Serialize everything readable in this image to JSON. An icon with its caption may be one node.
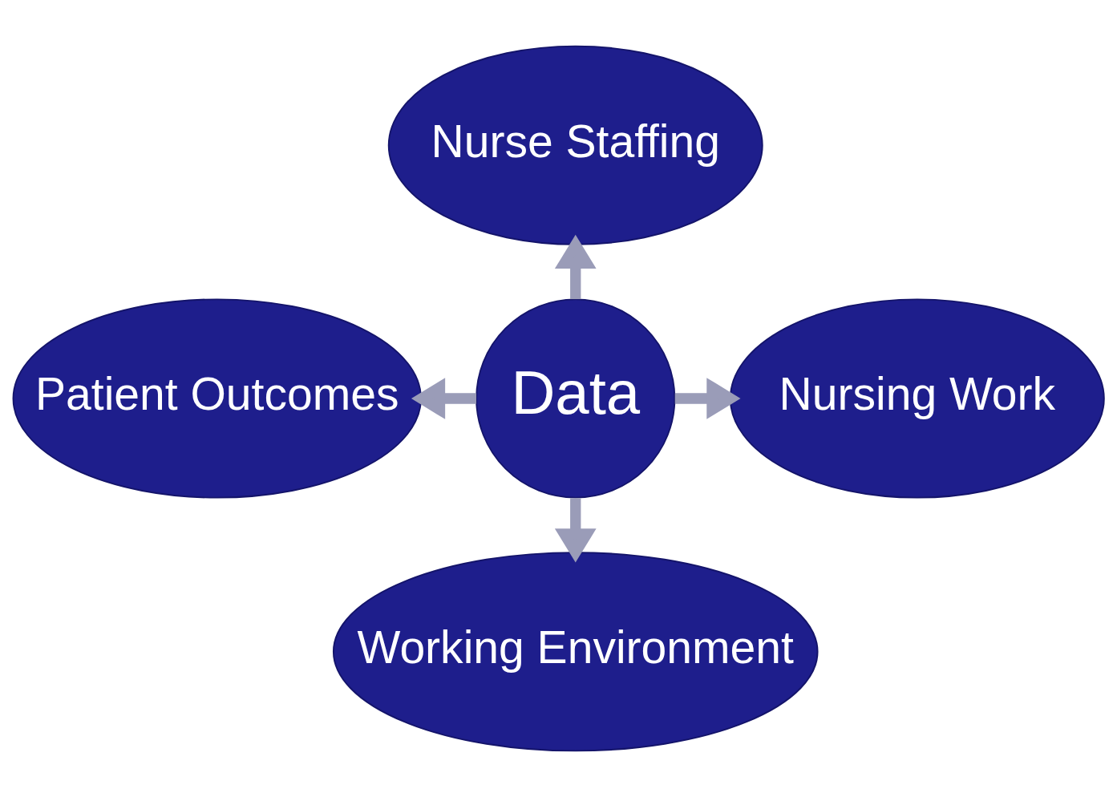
{
  "diagram": {
    "nodes": [
      {
        "text": [
          "Data"
        ]
      },
      {
        "text": [
          "Nurse Staffing"
        ]
      },
      {
        "text": [
          "Nursing Work"
        ]
      },
      {
        "text": [
          "Working Environment"
        ]
      },
      {
        "text": [
          "Patient Outcomes"
        ]
      }
    ],
    "edges": [
      {
        "from": 0,
        "to": 1,
        "arrow": "to"
      },
      {
        "from": 0,
        "to": 2,
        "arrow": "to"
      },
      {
        "from": 0,
        "to": 3,
        "arrow": "to"
      },
      {
        "from": 0,
        "to": 4,
        "arrow": "to"
      }
    ]
  }
}
